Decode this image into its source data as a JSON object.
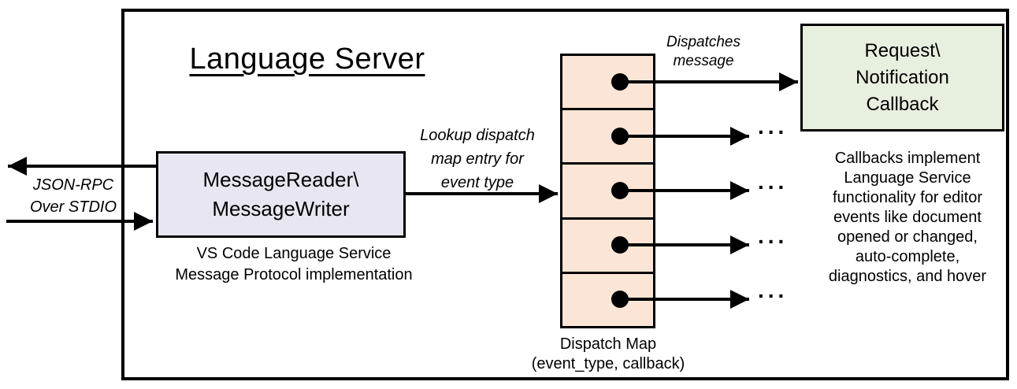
{
  "diagram": {
    "title": "Language Server",
    "io_channel": {
      "label_lines": [
        "JSON-RPC",
        "Over STDIO"
      ]
    },
    "message_handler": {
      "box_lines": [
        "MessageReader\\",
        "MessageWriter"
      ],
      "caption_lines": [
        "VS Code Language Service",
        "Message Protocol implementation"
      ],
      "fill": "#e8e7f1"
    },
    "lookup_arrow": {
      "label_lines": [
        "Lookup dispatch",
        "map entry for",
        "event type"
      ]
    },
    "dispatch_map": {
      "cell_count": 5,
      "fill": "#fbe5d6",
      "caption_lines": [
        "Dispatch Map",
        "(event_type, callback)"
      ],
      "ellipsis": "..."
    },
    "dispatch_arrow": {
      "label_lines": [
        "Dispatches",
        "message"
      ]
    },
    "callback_box": {
      "lines": [
        "Request\\",
        "Notification",
        "Callback"
      ],
      "fill": "#e7efde"
    },
    "callbacks_note": {
      "lines": [
        "Callbacks implement",
        "Language Service",
        "functionality for editor",
        "events like document",
        "opened or changed,",
        "auto-complete,",
        "diagnostics, and hover"
      ]
    },
    "colors": {
      "line": "#000000",
      "background": "#ffffff"
    }
  }
}
